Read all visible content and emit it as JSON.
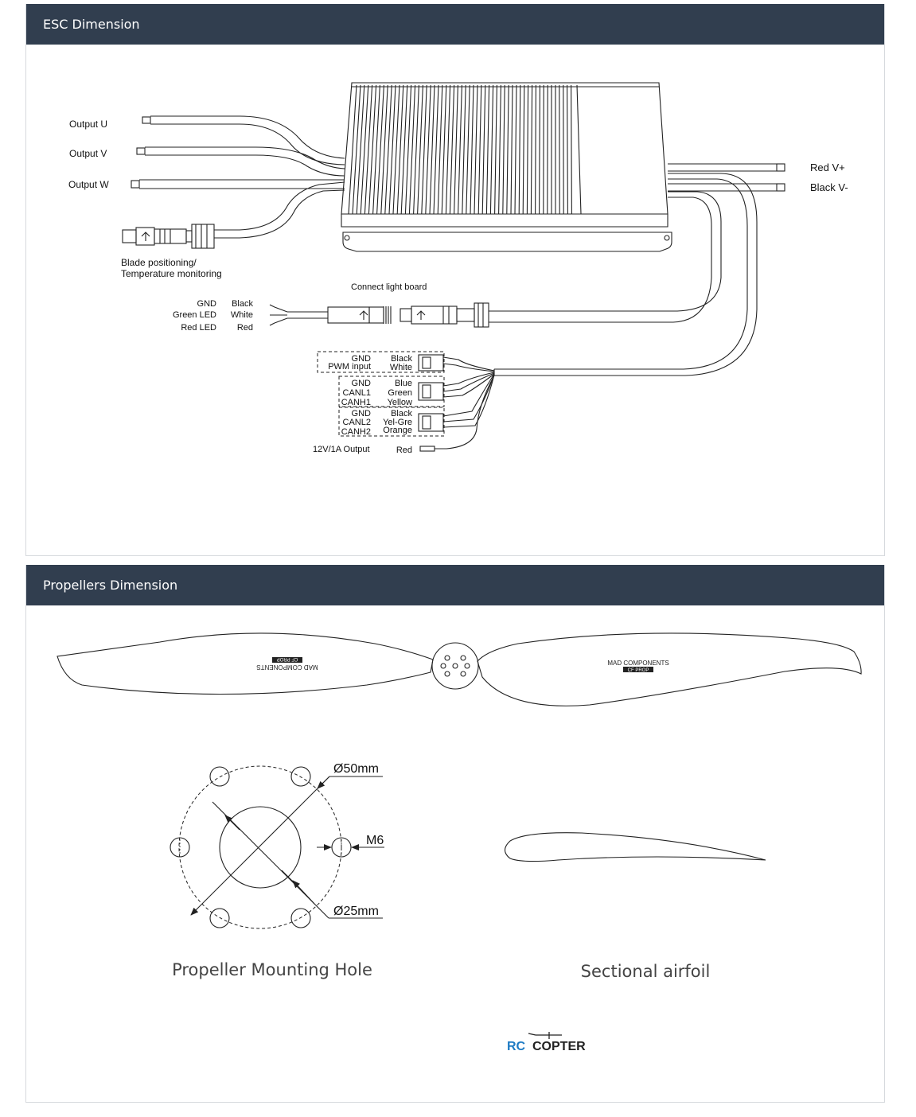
{
  "esc_section": {
    "title": "ESC Dimension",
    "labels": {
      "output_u": "Output U",
      "output_v": "Output V",
      "output_w": "Output W",
      "red_vplus": "Red V+",
      "black_vminus": "Black V-",
      "blade_line1": "Blade positioning/",
      "blade_line2": "Temperature monitoring",
      "connect_light_board": "Connect light board",
      "led_left": [
        "GND",
        "Green LED",
        "Red LED"
      ],
      "led_right": [
        "Black",
        "White",
        "Red"
      ],
      "pwm_left": [
        "GND",
        "PWM input"
      ],
      "pwm_right": [
        "Black",
        "White"
      ],
      "can1_left": [
        "GND",
        "CANL1",
        "CANH1"
      ],
      "can1_right": [
        "Blue",
        "Green",
        "Yellow"
      ],
      "can2_left": [
        "GND",
        "CANL2",
        "CANH2"
      ],
      "can2_right": [
        "Black",
        "Yel-Gre",
        "Orange"
      ],
      "output_12v": "12V/1A Output",
      "output_12v_color": "Red"
    }
  },
  "prop_section": {
    "title": "Propellers Dimension",
    "blade_brand_left": [
      "MAD COMPONENTS",
      "CF PROP"
    ],
    "blade_brand_right": [
      "MAD COMPONENTS",
      "CF PROP"
    ],
    "dim_50": "Ø50mm",
    "dim_m6": "M6",
    "dim_25": "Ø25mm",
    "caption_mount": "Propeller Mounting Hole",
    "caption_airfoil": "Sectional airfoil"
  },
  "watermark": {
    "rc": "RC",
    "copter": "COPTER"
  },
  "colors": {
    "header_bg": "#313e4f",
    "header_text": "#ffffff",
    "line": "#222222",
    "watermark_blue": "#1e7bc4"
  }
}
